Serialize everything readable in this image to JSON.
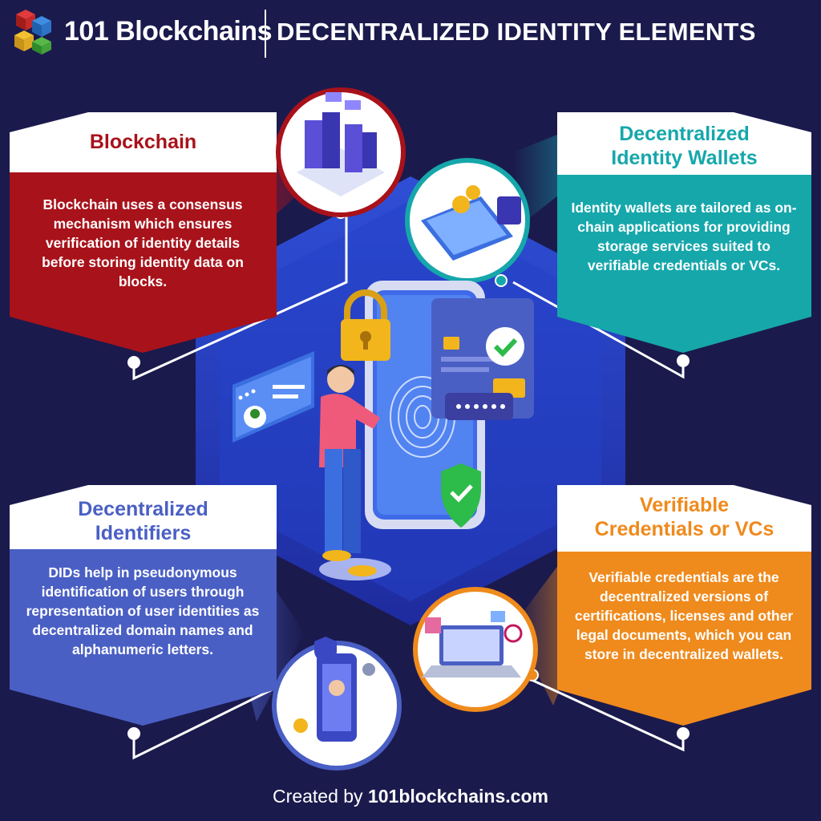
{
  "header": {
    "brand": "101 Blockchains",
    "title": "DECENTRALIZED IDENTITY ELEMENTS"
  },
  "cards": {
    "blockchain": {
      "title": "Blockchain",
      "body": "Blockchain uses a consensus mechanism which ensures verification of identity details before storing identity data on blocks.",
      "color": "#a8121a"
    },
    "wallets": {
      "title_line1": "Decentralized",
      "title_line2": "Identity Wallets",
      "body": "Identity wallets are tailored as on-chain applications for providing storage services suited to verifiable credentials or VCs.",
      "color": "#16a7ab"
    },
    "identifiers": {
      "title_line1": "Decentralized",
      "title_line2": "Identifiers",
      "body": "DIDs help in pseudonymous identification of users through representation of user identities as decentralized domain names and alphanumeric letters.",
      "color": "#4a5fc4"
    },
    "credentials": {
      "title_line1": "Verifiable",
      "title_line2": "Credentials or VCs",
      "body": "Verifiable credentials are the decentralized versions of certifications, licenses and other legal documents, which you can store in decentralized wallets.",
      "color": "#ef8a1c"
    }
  },
  "footer": {
    "prefix": "Created by ",
    "site": "101blockchains.com"
  },
  "icons": [
    "logo-cube-icon",
    "server-stack-icon",
    "wallet-phone-icon",
    "id-phone-icon",
    "laptop-credential-icon",
    "fingerprint-phone-icon",
    "padlock-icon",
    "credit-card-icon",
    "shield-check-icon",
    "person-icon",
    "id-card-icon",
    "password-field-icon",
    "check-badge-icon"
  ]
}
